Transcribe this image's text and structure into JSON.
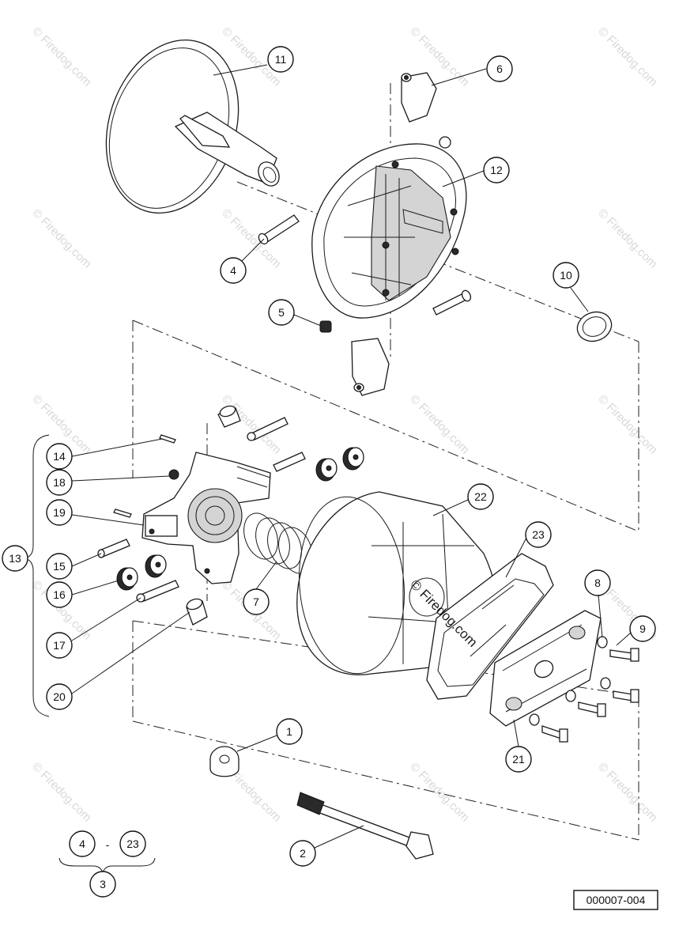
{
  "diagram_code": "000007-004",
  "watermark_text": "© Firedog.com",
  "range_separator": "-",
  "callouts": {
    "c1": "1",
    "c2": "2",
    "c3": "3",
    "c4": "4",
    "c5": "5",
    "c6": "6",
    "c7": "7",
    "c8": "8",
    "c9": "9",
    "c10": "10",
    "c11": "11",
    "c12": "12",
    "c13": "13",
    "c14": "14",
    "c15": "15",
    "c16": "16",
    "c17": "17",
    "c18": "18",
    "c19": "19",
    "c20": "20",
    "c21": "21",
    "c22": "22",
    "c23": "23",
    "range_start": "4",
    "range_end": "23",
    "range_total": "3"
  }
}
